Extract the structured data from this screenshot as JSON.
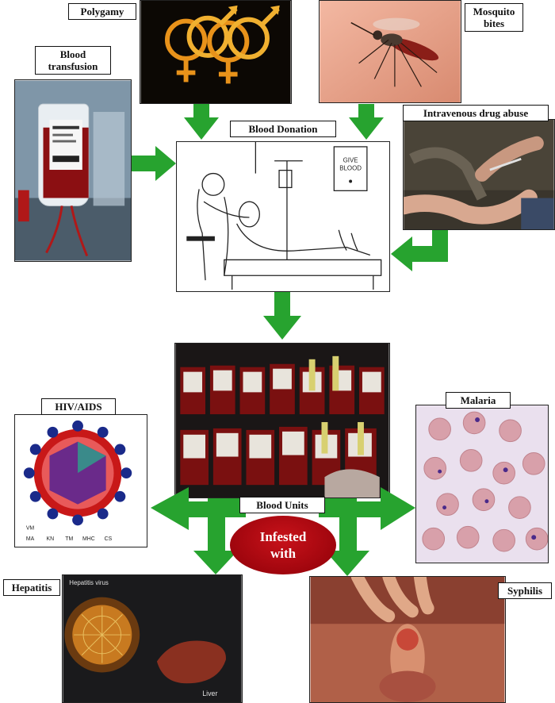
{
  "labels": {
    "polygamy": "Polygamy",
    "mosquito_line1": "Mosquito",
    "mosquito_line2": "bites",
    "blood_transfusion_line1": "Blood",
    "blood_transfusion_line2": "transfusion",
    "blood_donation": "Blood Donation",
    "intravenous": "Intravenous drug abuse",
    "hiv": "HIV/AIDS",
    "malaria": "Malaria",
    "blood_units": "Blood Units",
    "infested_line1": "Infested",
    "infested_line2": "with",
    "hepatitis": "Hepatitis",
    "syphilis": "Syphilis"
  },
  "image_text": {
    "give_blood_line1": "GIVE",
    "give_blood_line2": "BLOOD",
    "hepatitis_virus": "Hepatitis virus",
    "liver": "Liver",
    "hiv_parts": [
      "VM",
      "MA",
      "KN",
      "TM",
      "MHC",
      "CS"
    ]
  },
  "colors": {
    "arrow_green": "#27a32f",
    "infested_red": "#a8000c"
  }
}
